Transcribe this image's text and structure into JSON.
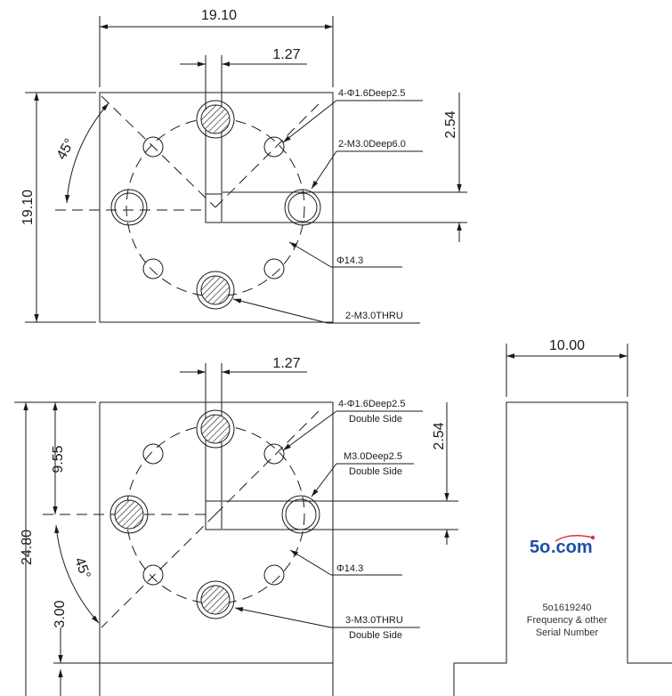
{
  "top_view": {
    "width_dim": "19.10",
    "height_dim": "19.10",
    "slot_dim": "1.27",
    "offset_dim": "2.54",
    "angle": "45°",
    "callout_small_holes": "4-Φ1.6Deep2.5",
    "callout_side_holes": "2-M3.0Deep6.0",
    "callout_circle": "Φ14.3",
    "callout_thru": "2-M3.0THRU"
  },
  "bottom_view": {
    "height_dim": "24.80",
    "upper_dim": "9.55",
    "lower_dim": "3.00",
    "slot_dim": "1.27",
    "offset_dim": "2.54",
    "angle": "45°",
    "callout_small_holes": "4-Φ1.6Deep2.5",
    "callout_small_holes_2": "Double Side",
    "callout_side_hole": "M3.0Deep2.5",
    "callout_side_hole_2": "Double Side",
    "callout_circle": "Φ14.3",
    "callout_thru": "3-M3.0THRU",
    "callout_thru_2": "Double Side"
  },
  "side_view": {
    "width_dim": "10.00",
    "logo_number": "5o",
    "logo_domain": ".com",
    "serial": "5o1619240",
    "label_line1": "Frequency & other",
    "label_line2": "Serial Number"
  },
  "colors": {
    "line": "#1a1a1a",
    "logo": "#1a4fa8",
    "logo_accent": "#e0303a"
  }
}
